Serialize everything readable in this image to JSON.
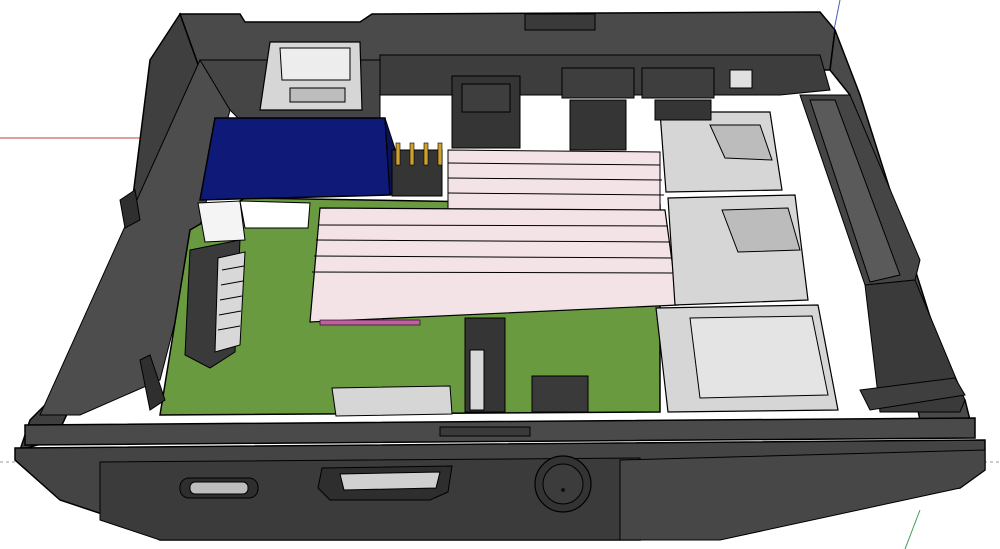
{
  "scene": {
    "description_visible_text": "",
    "colors": {
      "background": "#ffffff",
      "case_dark": "#4a4a4a",
      "case_darker": "#3a3a3a",
      "case_mid": "#5a5a5a",
      "pcb_green": "#6a9a40",
      "heatsink_blue": "#0f1a78",
      "ram_pink": "#f3e3e6",
      "port_gray": "#d6d6d6",
      "axis_red": "#c04040",
      "axis_green": "#3aa050",
      "axis_blue": "#4060c0"
    },
    "objects": [
      "enclosure-shell",
      "pcb-board",
      "cpu-heatsink",
      "ram-module",
      "pin-header",
      "usb-port",
      "ethernet-port",
      "hdmi-port",
      "m2-slot",
      "power-button",
      "axis-lines"
    ]
  }
}
